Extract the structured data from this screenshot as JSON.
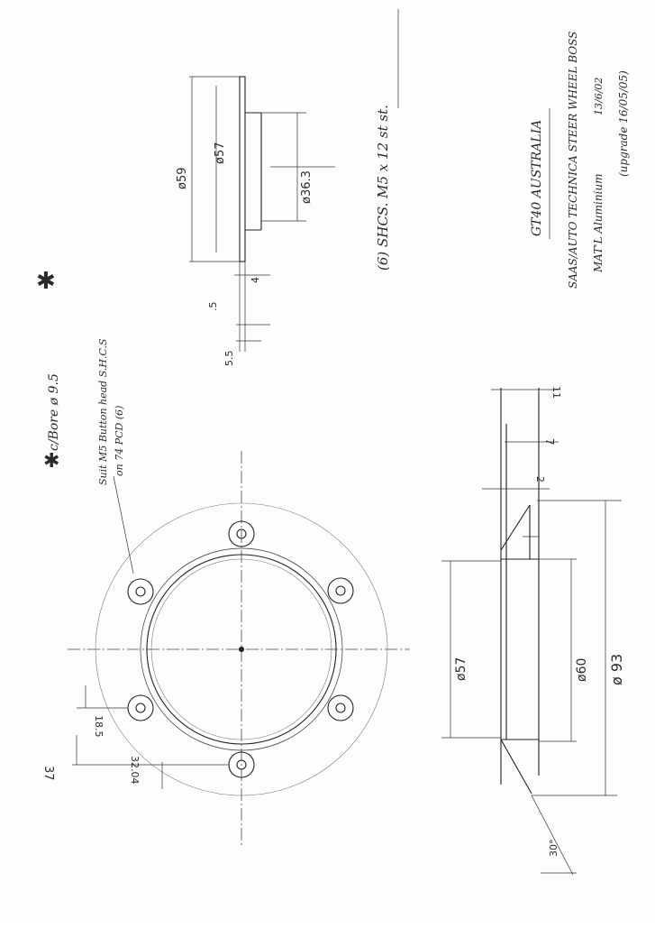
{
  "title_block": {
    "line1": "GT40 AUSTRALIA",
    "line2": "SAAS/AUTO TECHNICA STEER WHEEL BOSS",
    "line3": "MAT'L Aluminium",
    "line4": "13/6/02",
    "line5": "(upgrade 16/05/05)"
  },
  "notes": {
    "screws": "(6) SHCS. M5 x 12 st st.",
    "cbore": "c/Bore ø 9.5",
    "suit1": "Suit M5 Button head S.H.C.S",
    "suit2": "on 74 PCD (6)"
  },
  "dimensions": {
    "top_d59": "ø59",
    "top_d57": "ø57",
    "top_d363": "ø36.3",
    "top_4": "4",
    "top_5": ".5",
    "top_55": "5.5",
    "side_11": "11",
    "side_7": "7",
    "side_2": "2",
    "side_d57": "ø57",
    "side_d60": "ø60",
    "side_d93": "ø 93",
    "side_30": "30°",
    "front_185": "18.5",
    "front_3204": "32.04",
    "front_37": "37"
  }
}
